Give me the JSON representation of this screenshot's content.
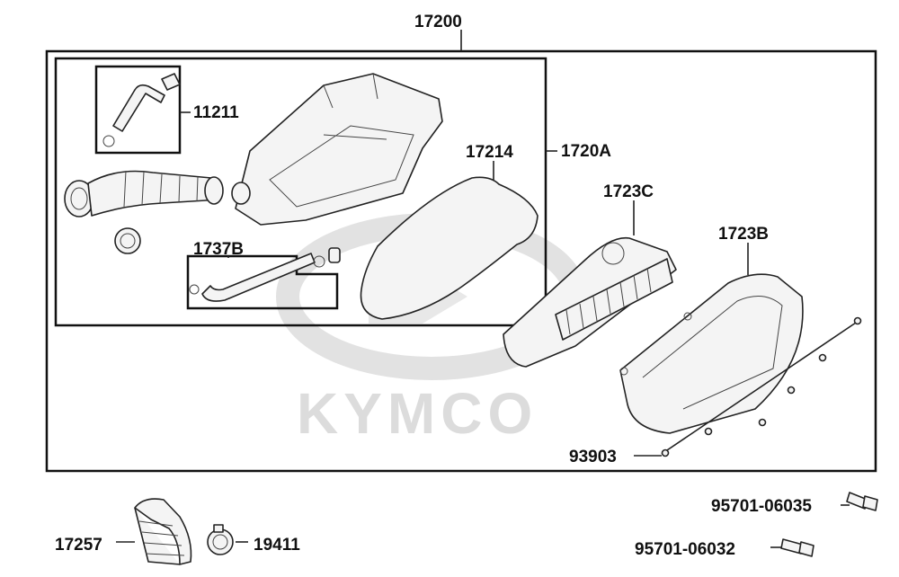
{
  "watermark": "KYMCO",
  "labels": {
    "p17200": "17200",
    "p11211": "11211",
    "p1720A": "1720A",
    "p17214": "17214",
    "p1723C": "1723C",
    "p1723B": "1723B",
    "p1737B": "1737B",
    "p93903": "93903",
    "p17257": "17257",
    "p19411": "19411",
    "p95701_06035": "95701-06035",
    "p95701_06032": "95701-06032"
  }
}
